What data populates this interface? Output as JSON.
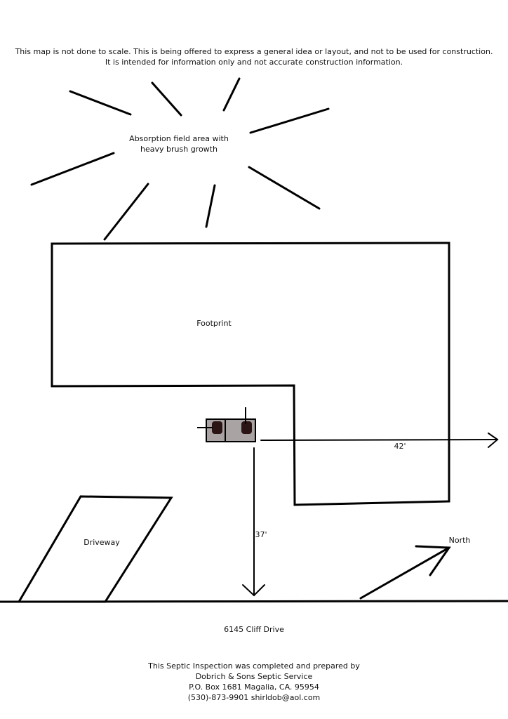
{
  "disclaimer": {
    "line1": "This map is not done to scale. This is being offered to express a general idea or layout, and not to be used for construction.",
    "line2": "It is intended for information only and not accurate construction information."
  },
  "labels": {
    "absorption_line1": "Absorption field area with",
    "absorption_line2": "heavy brush growth",
    "footprint": "Footprint",
    "driveway": "Driveway",
    "dimension_east": "42'",
    "dimension_south": "37'",
    "north": "North",
    "street_address": "6145 Cliff Drive"
  },
  "footer": {
    "line1": "This Septic Inspection was completed and prepared by",
    "line2": "Dobrich & Sons Septic Service",
    "line3": "P.O. Box 1681 Magalia, CA. 95954",
    "line4": "(530)-873-9901 shirldob@aol.com"
  },
  "colors": {
    "line": "#000000",
    "tank_fill": "#a9a3a3",
    "lid_fill": "#2a1414"
  }
}
